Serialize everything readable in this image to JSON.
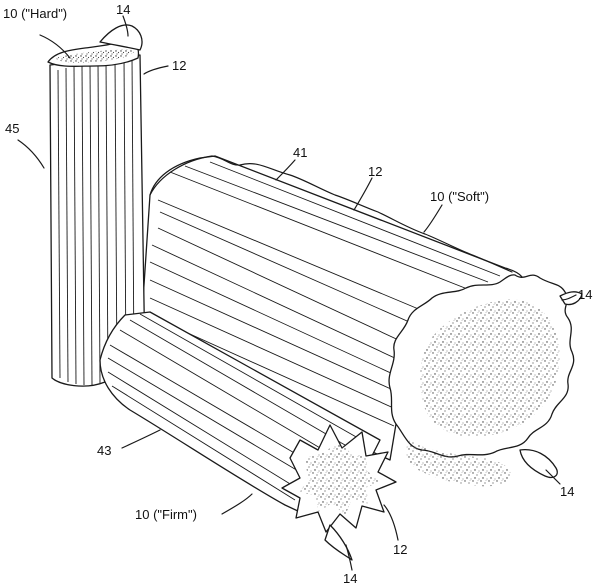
{
  "labels": {
    "hard": "10 (\"Hard\")",
    "soft": "10 (\"Soft\")",
    "firm": "10 (\"Firm\")",
    "ref_14": "14",
    "ref_12": "12",
    "ref_45": "45",
    "ref_41": "41",
    "ref_43": "43"
  }
}
